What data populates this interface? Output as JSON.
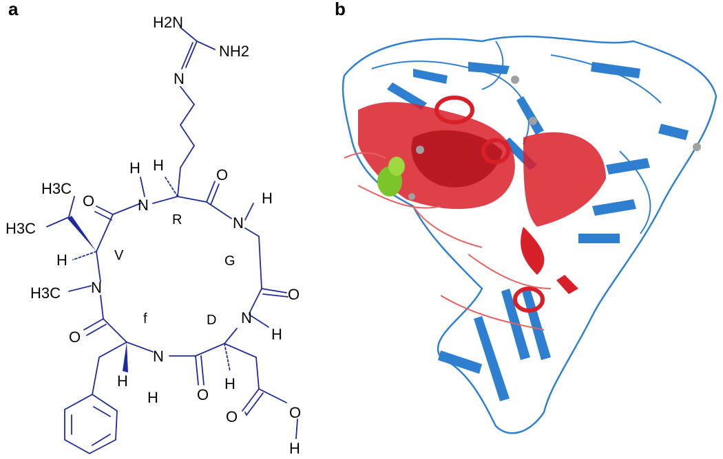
{
  "panels": {
    "a": {
      "label": "a"
    },
    "b": {
      "label": "b"
    }
  },
  "atoms": {
    "guanidine_nh2_top": "H2N",
    "guanidine_nh2_right": "NH2",
    "guanidine_n": "N",
    "arg_alpha_h": "H",
    "arg_carbonyl_o": "O",
    "gly_nh_n": "N",
    "gly_nh_h": "H",
    "arg_nh_h": "H",
    "arg_nh_n": "N",
    "val_carbonyl_o": "O",
    "val_methyl_top": "H3C",
    "val_methyl_left": "H3C",
    "val_alpha_h": "H",
    "nme_n": "N",
    "nme_methyl": "H3C",
    "gly_carbonyl_o": "O",
    "asp_nh_n": "N",
    "asp_nh_h": "H",
    "phe_carbonyl_o": "O",
    "phe_alpha_h": "H",
    "phe_nh_n": "N",
    "phe_nh_h": "H",
    "asp_carbonyl_o": "O",
    "asp_alpha_h": "H",
    "acid_o_double": "O",
    "acid_o": "O",
    "acid_h": "H"
  },
  "residue_labels": {
    "R": "R",
    "V": "V",
    "G": "G",
    "f": "f",
    "D": "D"
  },
  "colors": {
    "bond": "#1f2a9c",
    "helix_red": "#d8202a",
    "sheet_blue": "#2f7fd0",
    "ligand_green": "#7ac52a",
    "ion_grey": "#a0a0a0"
  }
}
